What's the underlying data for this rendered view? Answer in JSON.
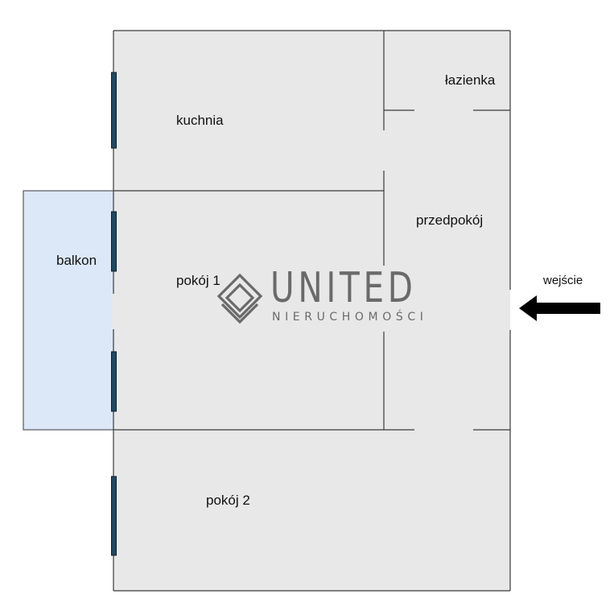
{
  "rooms": {
    "kitchen": "kuchnia",
    "bathroom": "łazienka",
    "hallway": "przedpokój",
    "balcony": "balkon",
    "room1": "pokój 1",
    "room2": "pokój 2"
  },
  "entrance": {
    "label": "wejście",
    "arrow_icon": "arrow-left-icon"
  },
  "watermark": {
    "brand": "UNITED",
    "tagline": "NIERUCHOMOŚCI",
    "logo_icon": "diamond-logo-icon"
  },
  "colors": {
    "floor": "#e8e8e8",
    "wall": "#3a3a3a",
    "balcony": "#dce8f7",
    "window": "#1e4a63",
    "arrow": "#000000",
    "watermark": "#555555"
  }
}
